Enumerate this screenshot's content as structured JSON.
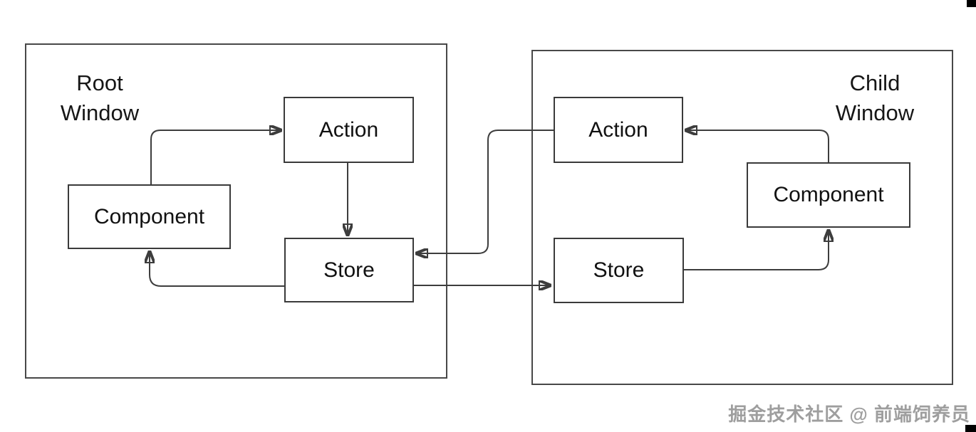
{
  "colors": {
    "background": "#ffffff",
    "line": "#3d3d3d",
    "box_border": "#3a3a3a",
    "text": "#111111",
    "watermark": "#9e9e9e",
    "corner_marks": "#000000"
  },
  "root_window": {
    "title_line1": "Root",
    "title_line2": "Window",
    "nodes": {
      "action": {
        "label": "Action"
      },
      "component": {
        "label": "Component"
      },
      "store": {
        "label": "Store"
      }
    }
  },
  "child_window": {
    "title_line1": "Child",
    "title_line2": "Window",
    "nodes": {
      "action": {
        "label": "Action"
      },
      "component": {
        "label": "Component"
      },
      "store": {
        "label": "Store"
      }
    }
  },
  "edges": [
    {
      "from": "root.component",
      "to": "root.action"
    },
    {
      "from": "root.action",
      "to": "root.store"
    },
    {
      "from": "root.store",
      "to": "root.component"
    },
    {
      "from": "child.component",
      "to": "child.action"
    },
    {
      "from": "child.store",
      "to": "child.component"
    },
    {
      "from": "child.action",
      "to": "root.store"
    },
    {
      "from": "root.store",
      "to": "child.store"
    }
  ],
  "watermark": {
    "text": "掘金技术社区 @ 前端饲养员"
  }
}
